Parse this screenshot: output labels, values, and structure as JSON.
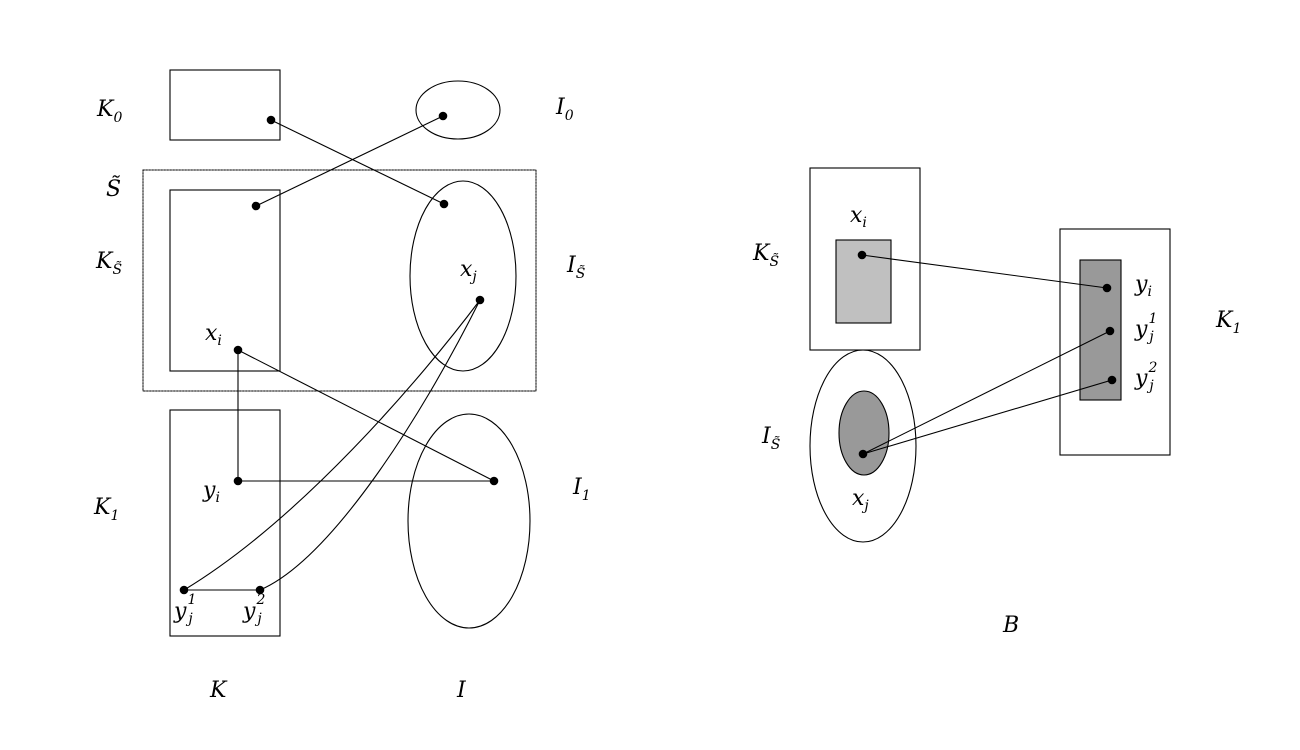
{
  "left_diagram": {
    "labels": {
      "K0": {
        "main": "K",
        "sub": "0"
      },
      "I0": {
        "main": "I",
        "sub": "0"
      },
      "S": {
        "main": "S̃"
      },
      "KS": {
        "main": "K",
        "sub": "S̃"
      },
      "IS": {
        "main": "I",
        "sub": "S̃"
      },
      "K1": {
        "main": "K",
        "sub": "1"
      },
      "I1": {
        "main": "I",
        "sub": "1"
      },
      "xi": {
        "main": "x",
        "sub": "i"
      },
      "xj": {
        "main": "x",
        "sub": "j"
      },
      "yi": {
        "main": "y",
        "sub": "i"
      },
      "yj1": {
        "main": "y",
        "sub": "j",
        "sup": "1"
      },
      "yj2": {
        "main": "y",
        "sub": "j",
        "sup": "2"
      },
      "K": {
        "main": "K"
      },
      "I": {
        "main": "I"
      }
    }
  },
  "right_diagram": {
    "labels": {
      "KS": {
        "main": "K",
        "sub": "S̃"
      },
      "IS": {
        "main": "I",
        "sub": "S̃"
      },
      "K1": {
        "main": "K",
        "sub": "1"
      },
      "xi": {
        "main": "x",
        "sub": "i"
      },
      "xj": {
        "main": "x",
        "sub": "j"
      },
      "yi": {
        "main": "y",
        "sub": "i"
      },
      "yj1": {
        "main": "y",
        "sub": "j",
        "sup": "1"
      },
      "yj2": {
        "main": "y",
        "sub": "j",
        "sup": "2"
      },
      "B": {
        "main": "B"
      }
    },
    "fills": {
      "light": "#c0c0c0",
      "dark": "#999999"
    }
  }
}
